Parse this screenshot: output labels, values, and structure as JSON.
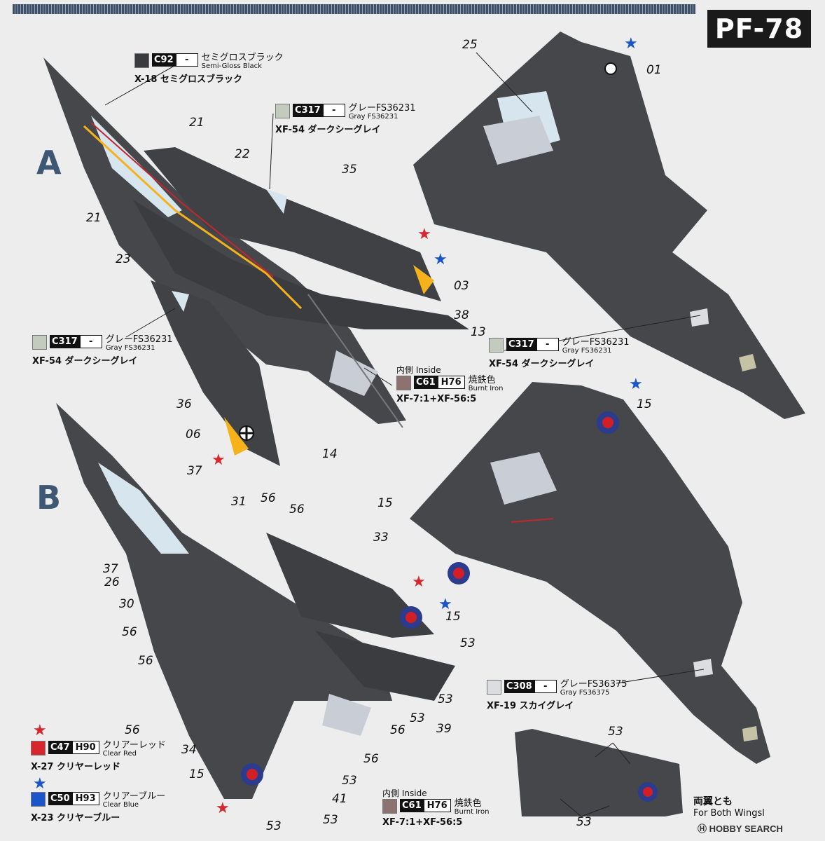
{
  "sheet": {
    "code": "PF-78"
  },
  "sections": [
    {
      "label": "A"
    },
    {
      "label": "B"
    }
  ],
  "callouts": {
    "c92": {
      "code": "C92",
      "code2": "-",
      "jp": "セミグロスブラック",
      "en": "Semi-Gloss Black",
      "mr": "X-18 セミグロスブラック",
      "color": "#3a3b3e"
    },
    "c317a": {
      "code": "C317",
      "code2": "-",
      "jp": "グレーFS36231",
      "en": "Gray FS36231",
      "mr": "XF-54 ダークシーグレイ",
      "color": "#c3cbbf"
    },
    "c317b": {
      "code": "C317",
      "code2": "-",
      "jp": "グレーFS36231",
      "en": "Gray FS36231",
      "mr": "XF-54 ダークシーグレイ",
      "color": "#c3cbbf"
    },
    "c317c": {
      "code": "C317",
      "code2": "-",
      "jp": "グレーFS36231",
      "en": "Gray FS36231",
      "mr": "XF-54 ダークシーグレイ",
      "color": "#c3cbbf"
    },
    "c61a": {
      "pre_jp": "内側",
      "pre_en": "Inside",
      "code": "C61",
      "code2": "H76",
      "jp": "焼鉄色",
      "en": "Burnt Iron",
      "mr": "XF-7:1+XF-56:5",
      "color": "#8c7372"
    },
    "c61b": {
      "pre_jp": "内側",
      "pre_en": "Inside",
      "code": "C61",
      "code2": "H76",
      "jp": "焼鉄色",
      "en": "Burnt Iron",
      "mr": "XF-7:1+XF-56:5",
      "color": "#8c7372"
    },
    "c308": {
      "code": "C308",
      "code2": "-",
      "jp": "グレーFS36375",
      "en": "Gray FS36375",
      "mr": "XF-19 スカイグレイ",
      "color": "#dcdde1"
    },
    "c47": {
      "code": "C47",
      "code2": "H90",
      "jp": "クリアーレッド",
      "en": "Clear Red",
      "mr": "X-27 クリヤーレッド",
      "color": "#d8262f"
    },
    "c50": {
      "code": "C50",
      "code2": "H93",
      "jp": "クリアーブルー",
      "en": "Clear Blue",
      "mr": "X-23 クリヤーブルー",
      "color": "#1a56c9"
    }
  },
  "legend_56": "56",
  "both_wings": {
    "jp": "両翼とも",
    "en": "For Both Wingsl"
  },
  "watermark": "HOBBY SEARCH",
  "numbers": [
    "25",
    "01",
    "21",
    "22",
    "35",
    "21",
    "23",
    "03",
    "38",
    "13",
    "36",
    "06",
    "14",
    "15",
    "37",
    "31",
    "56",
    "56",
    "33",
    "15",
    "37",
    "26",
    "30",
    "56",
    "56",
    "15",
    "53",
    "53",
    "53",
    "39",
    "56",
    "34",
    "15",
    "56",
    "53",
    "41",
    "53",
    "53",
    "53",
    "53",
    "53"
  ],
  "colors": {
    "aircraft": "#45474b",
    "panel": "#36383b",
    "redline": "#c1272d",
    "canopy": "#d7e5ee",
    "roundel_blue": "#2b3c8f",
    "roundel_red": "#d21f26"
  }
}
